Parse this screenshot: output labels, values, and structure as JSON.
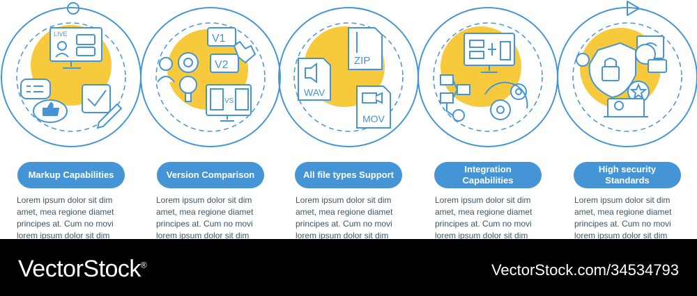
{
  "colors": {
    "accent_blue": "#4595d6",
    "accent_yellow": "#f7c93d",
    "text": "#3f5564",
    "footer_bg": "#000000"
  },
  "steps": [
    {
      "label": "Markup Capabilities",
      "body": "Lorem ipsum dolor sit dim amet, mea regione diamet principes at. Cum no movi lorem ipsum dolor sit dim",
      "icons": [
        "live-stream-monitor-icon",
        "chat-bubbles-icon",
        "like-bubble-icon",
        "checkbox-icon",
        "pencil-icon"
      ]
    },
    {
      "label": "Version Comparison",
      "body": "Lorem ipsum dolor sit dim amet, mea regione diamet principes at. Cum no movi lorem ipsum dolor sit dim",
      "icons": [
        "person-icon",
        "gear-bulb-icon",
        "version-v1-v2-icon",
        "hand-cursor-icon",
        "monitor-vs-icon"
      ],
      "icon_text": {
        "v1": "V1",
        "v2": "V2",
        "vs": "VS"
      }
    },
    {
      "label": "All file types Support",
      "body": "Lorem ipsum dolor sit dim amet, mea regione diamet principes at. Cum no movi lorem ipsum dolor sit dim",
      "icons": [
        "zip-file-icon",
        "wav-file-icon",
        "mov-file-icon"
      ],
      "icon_text": {
        "zip": "ZIP",
        "wav": "WAV",
        "mov": "MOV"
      }
    },
    {
      "label": "Integration Capabilities",
      "body": "Lorem ipsum dolor sit dim amet, mea regione diamet principes at. Cum no movi lorem ipsum dolor sit dim",
      "icons": [
        "monitor-apps-icon",
        "flowchart-icon",
        "gears-sync-icon"
      ]
    },
    {
      "label": "High security Standards",
      "body": "Lorem ipsum dolor sit dim amet, mea regione diamet principes at. Cum no movi lorem ipsum dolor sit dim",
      "icons": [
        "wifi-laptop-icon",
        "shield-lock-icon",
        "globe-lock-icon",
        "star-user-laptop-icon"
      ]
    }
  ],
  "footer": {
    "brand": "VectorStock",
    "brand_mark": "®",
    "image_id": "VectorStock.com/34534793"
  }
}
